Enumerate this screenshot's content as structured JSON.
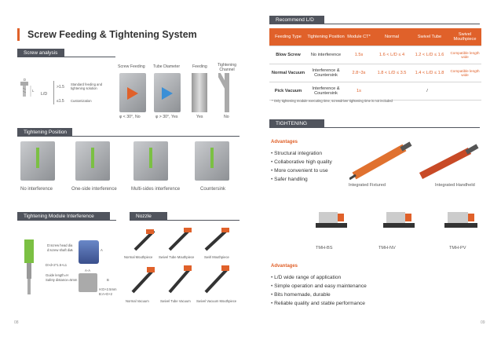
{
  "left": {
    "title": "Screw Feeding & Tightening System",
    "screw_analysis": "Screw analysis",
    "dims": {
      "d": "D",
      "L": "L",
      "ld": "L/D"
    },
    "ratio_rows": [
      {
        "cond": ">1.5",
        "desc": "Standard feeding and tightening solution"
      },
      {
        "cond": "≤1.5",
        "desc": "Customization"
      }
    ],
    "feed_headers": [
      "Screw Feeding",
      "Tube Diameter",
      "Feeding",
      "Tightening Channel"
    ],
    "feed_captions": [
      "φ < 30°, No",
      "φ > 30°, Yes",
      "Yes",
      "No"
    ],
    "tightening_position": "Tightening Position",
    "positions": [
      "No interference",
      "One-side interference",
      "Multi-sides interference",
      "Countersink"
    ],
    "interference": "Tightening Module Interference Analysis",
    "nozzle": "Nozzle Analysis",
    "interf_labels": [
      "D:screw head dia",
      "d:screw shaft dia",
      "D>d+2*1.5+L1",
      "Guide length=H",
      "Safety distance=5mm",
      "H:D+2.5mm",
      "B:A+D+2"
    ],
    "interf_dims": [
      "A",
      "A",
      "A-A",
      "B"
    ],
    "nozzle_row1": [
      "Normal Mouthpiece",
      "Swivel Tube Mouthpiece",
      "Swirl Mouthpiece"
    ],
    "nozzle_row2": [
      "Normal Vacuum",
      "Swivel Tube Vacuum",
      "Swivel Vacuum Mouthpiece"
    ],
    "page": "08"
  },
  "right": {
    "rec_title": "Recommend L/D range",
    "rec_headers": [
      "Feeding Type",
      "Tightening Position",
      "Module CT*",
      "Normal",
      "Swivel Tube",
      "Swivel Mouthpiece"
    ],
    "rec_rows": [
      {
        "type": "Blow Screw",
        "pos": "No interference",
        "ct": "1.5s",
        "normal": "1.6 < L/D ≤ 4",
        "swivel": "1.2 < L/D ≤ 1.6",
        "mouth": "Compatible length wide"
      },
      {
        "type": "Normal Vacuum",
        "pos": "Interference & Countersink",
        "ct": "2.8~3s",
        "normal": "1.8 < L/D ≤ 3.5",
        "swivel": "1.4 < L/D ≤ 1.8",
        "mouth": "Compatible length wide"
      },
      {
        "type": "Pick Vacuum",
        "pos": "Interference & Countersink",
        "ct": "1s",
        "normal": "/",
        "swivel": "",
        "mouth": ""
      }
    ],
    "rec_note": "* Only tightening module executing time, screwdriver tightening time is not included",
    "tm_title": "TIGHTENING MODULE",
    "adv1": "Advantages",
    "adv1_items": [
      "Structural integration",
      "Collaborative high quality",
      "More convenient to use",
      "Safer handling"
    ],
    "tool_captions": [
      "Integrated Fixtured",
      "Integrated Handheld"
    ],
    "module_captions": [
      "TMH-BS",
      "TMH-NV",
      "TMH-PV"
    ],
    "adv2": "Advantages",
    "adv2_items": [
      "L/D wide range of application",
      "Simple operation and easy maintenance",
      "Bits homemade, durable",
      "Reliable quality and stable performance"
    ],
    "page": "09"
  },
  "colors": {
    "accent": "#e0612a",
    "header_bar": "#50545d",
    "green": "#7bc043",
    "blue": "#3b8fd6"
  }
}
